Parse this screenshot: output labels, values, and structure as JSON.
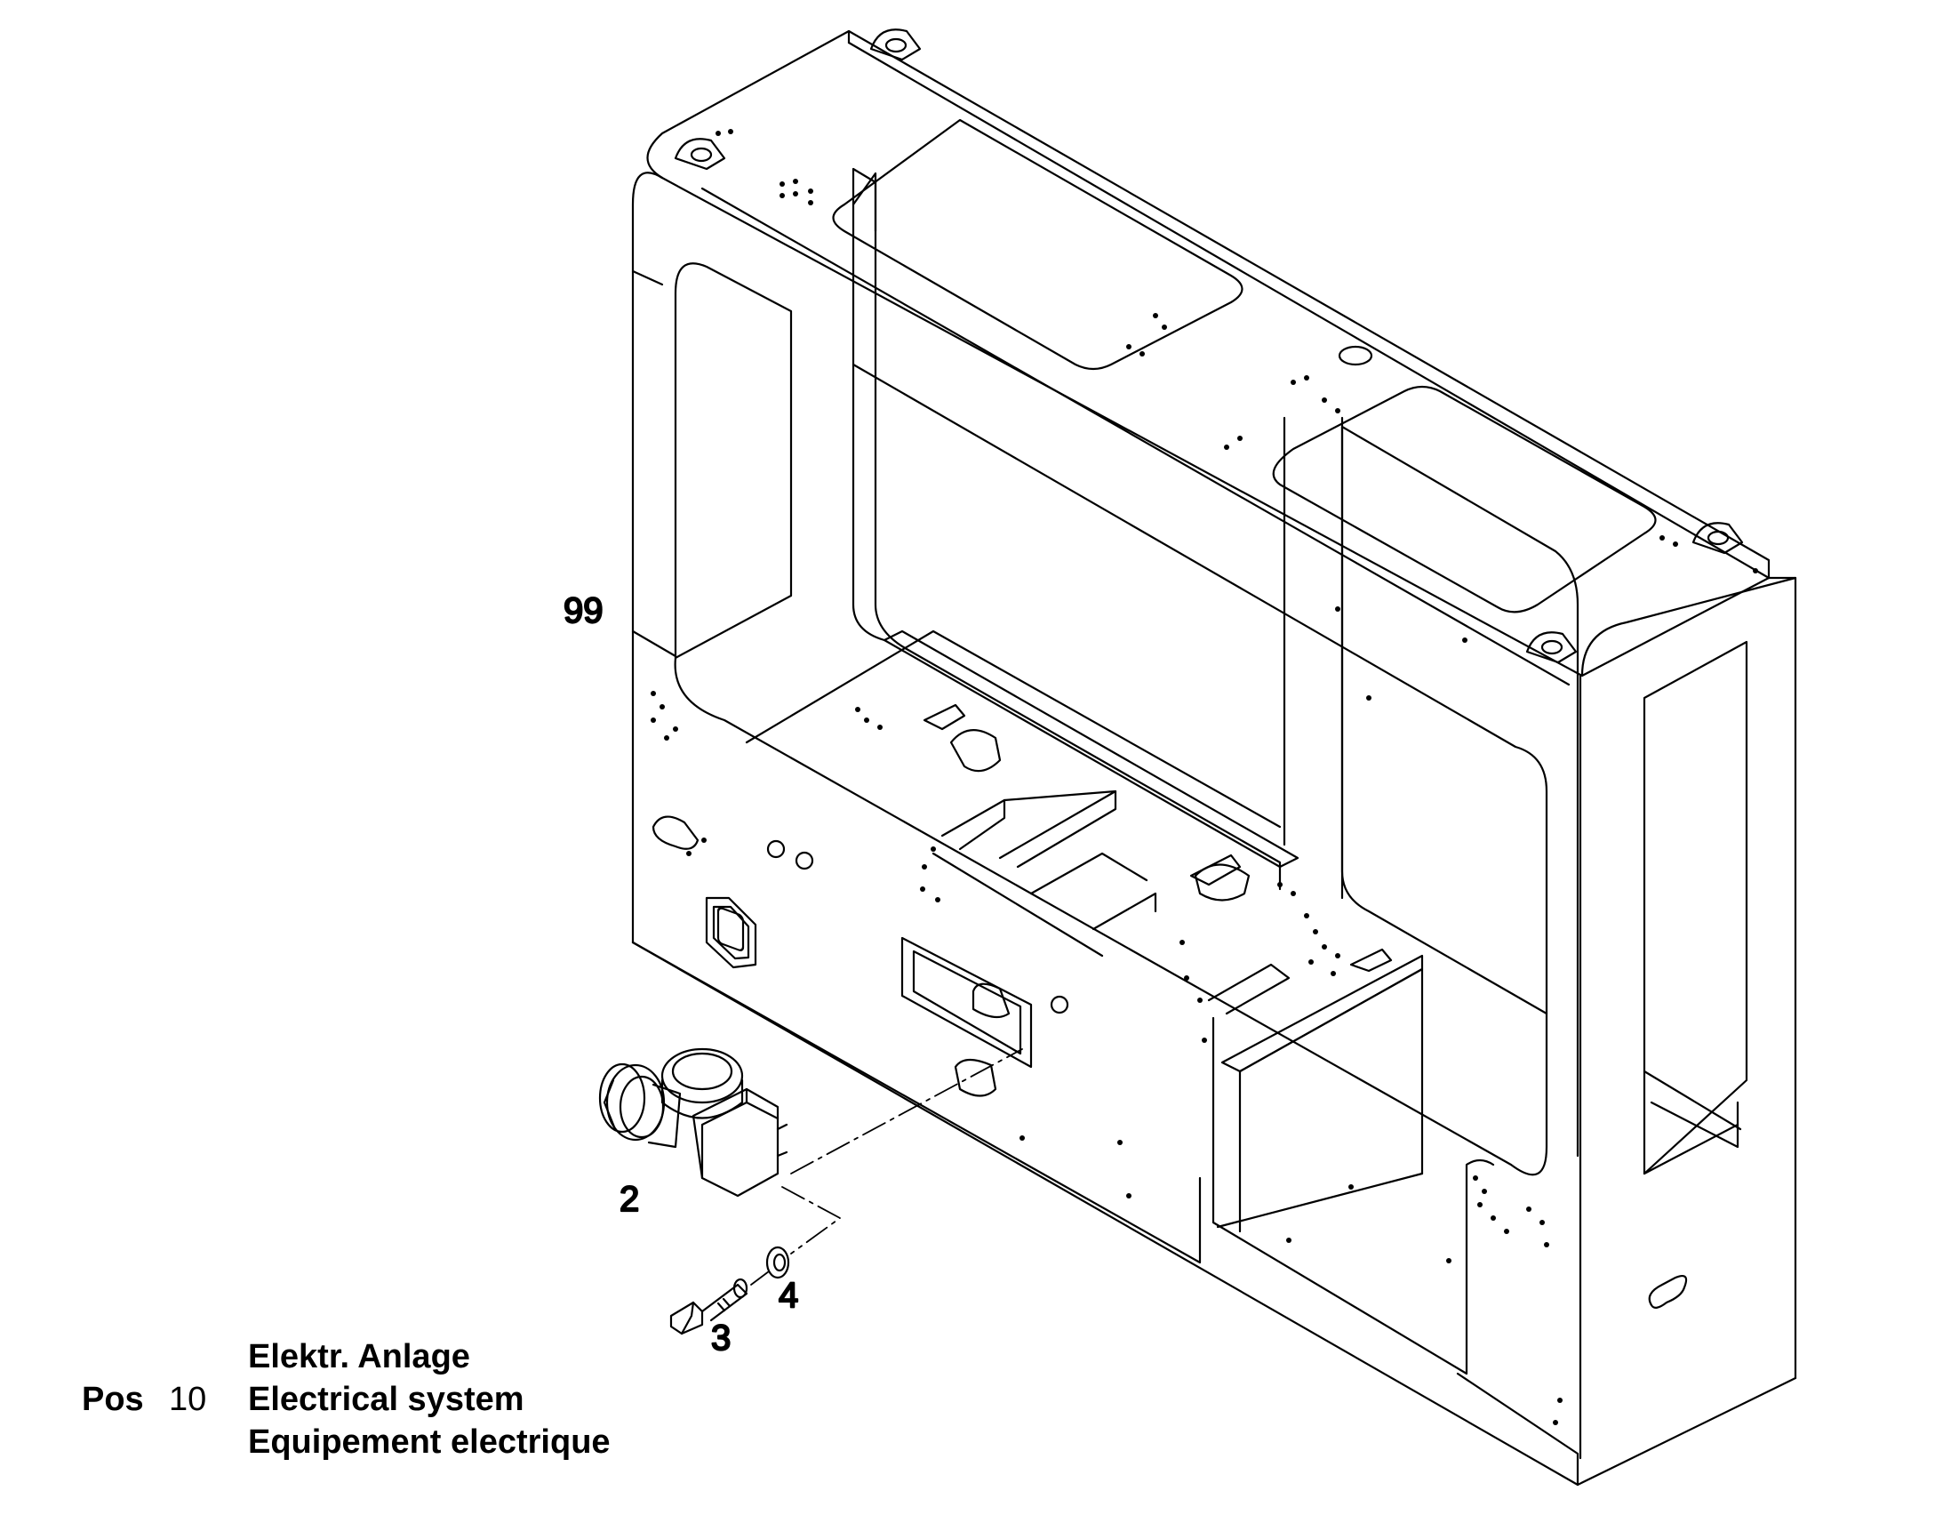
{
  "callouts": {
    "frame": "99",
    "component": "2",
    "bolt": "3",
    "washer": "4"
  },
  "title_block": {
    "pos_label": "Pos",
    "pos_number": "10",
    "title_de": "Elektr. Anlage",
    "title_en": "Electrical system",
    "title_fr": "Equipement electrique"
  },
  "colors": {
    "line": "#000000",
    "background": "#ffffff"
  }
}
